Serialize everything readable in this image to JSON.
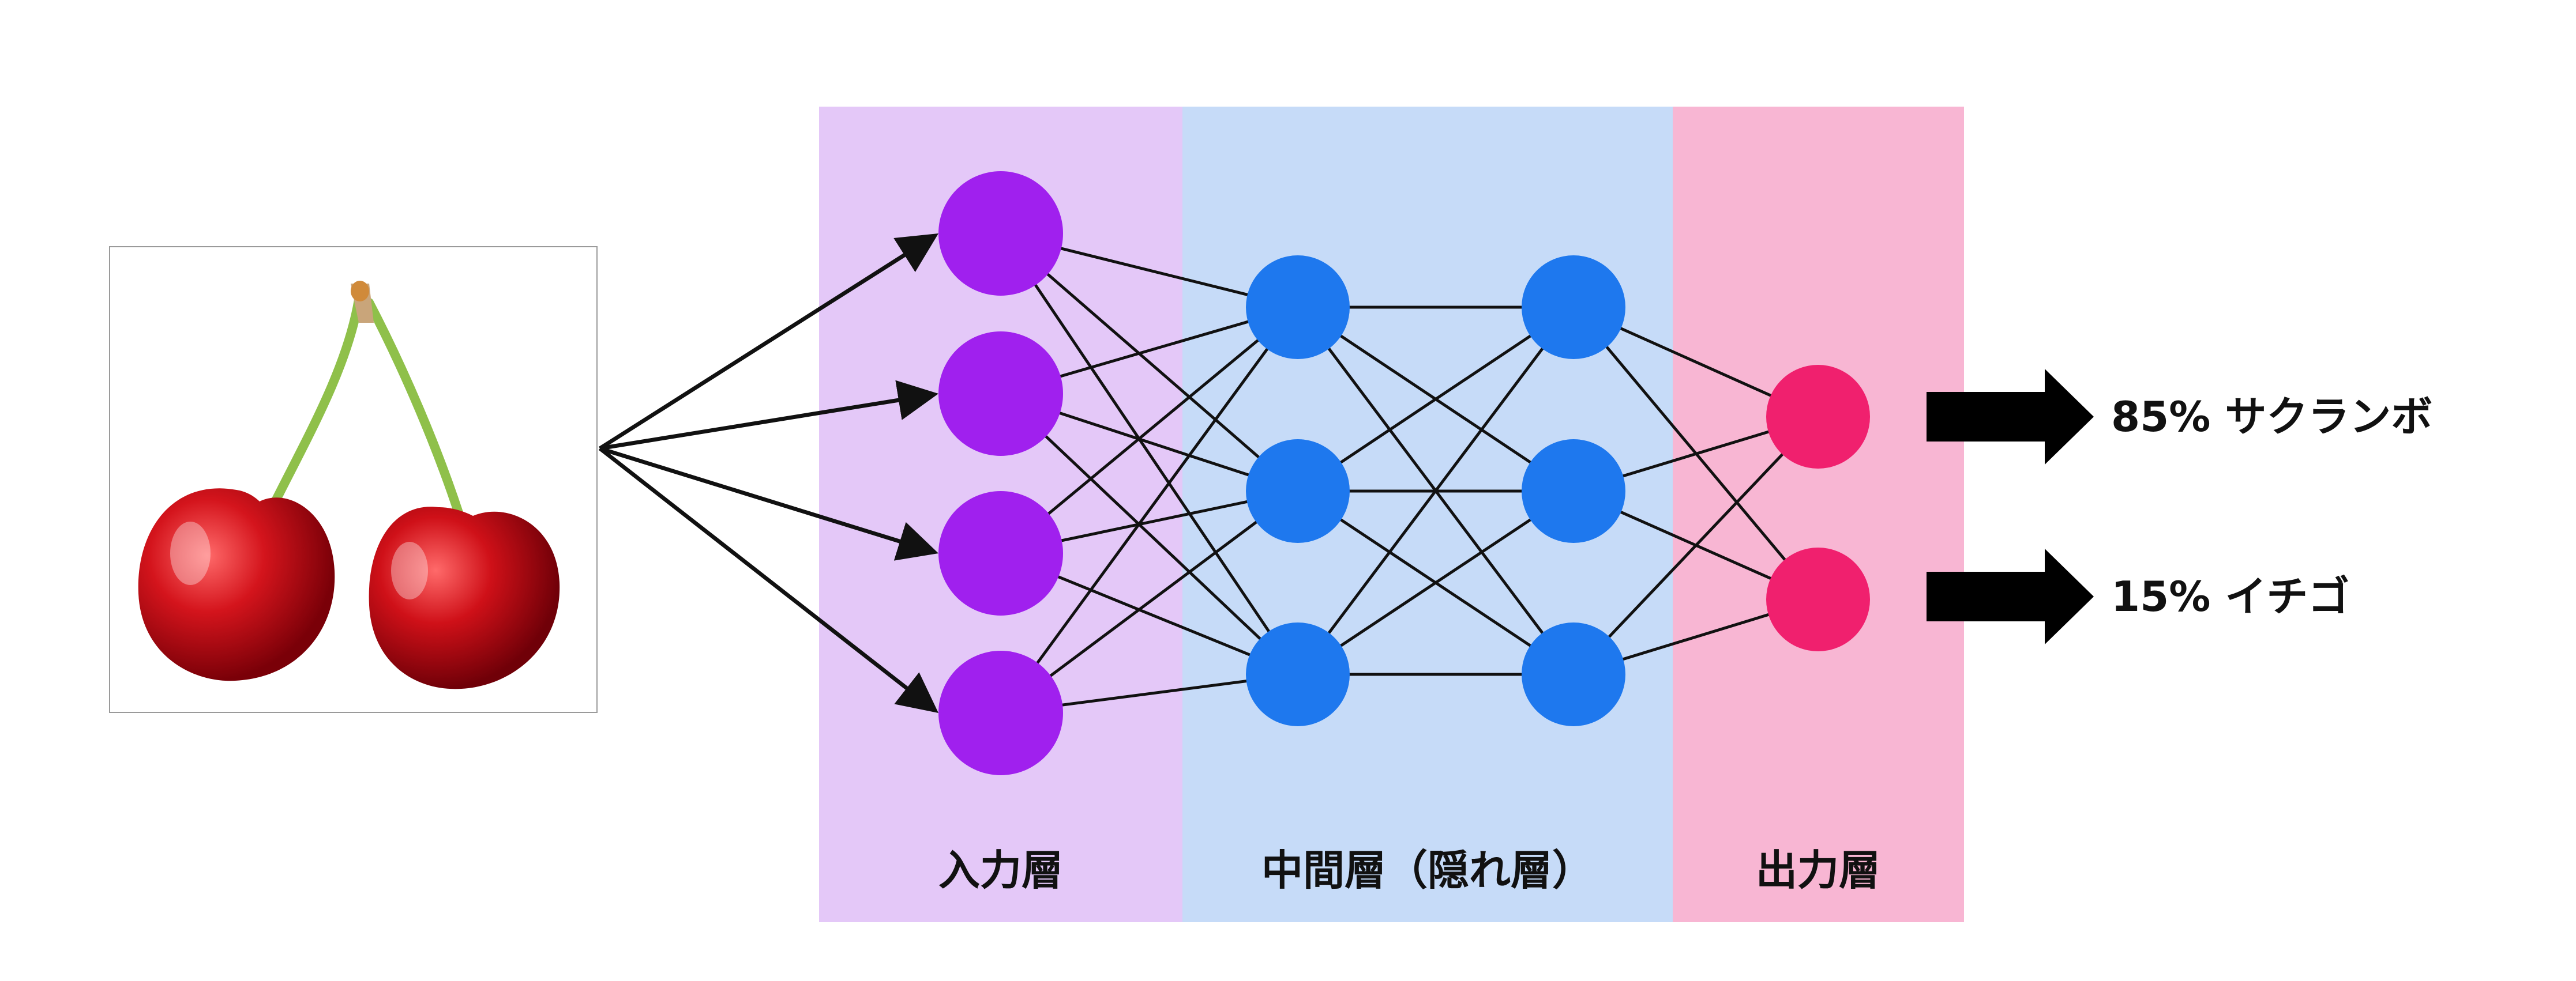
{
  "layers": {
    "input": {
      "label": "入力層",
      "color": "#e4c8f8",
      "node_color": "#a020ee",
      "node_count": 4
    },
    "hidden": {
      "label": "中間層（隠れ層）",
      "color": "#c6dbf8",
      "node_color": "#1e78ee",
      "columns": 2,
      "node_count": 3
    },
    "output": {
      "label": "出力層",
      "color": "#f8b6d3",
      "node_color": "#f0206e",
      "node_count": 2
    }
  },
  "outputs": [
    {
      "text": "85% サクランボ"
    },
    {
      "text": "15% イチゴ"
    }
  ],
  "input_image": {
    "subject": "cherries",
    "icon": "cherry-image"
  }
}
